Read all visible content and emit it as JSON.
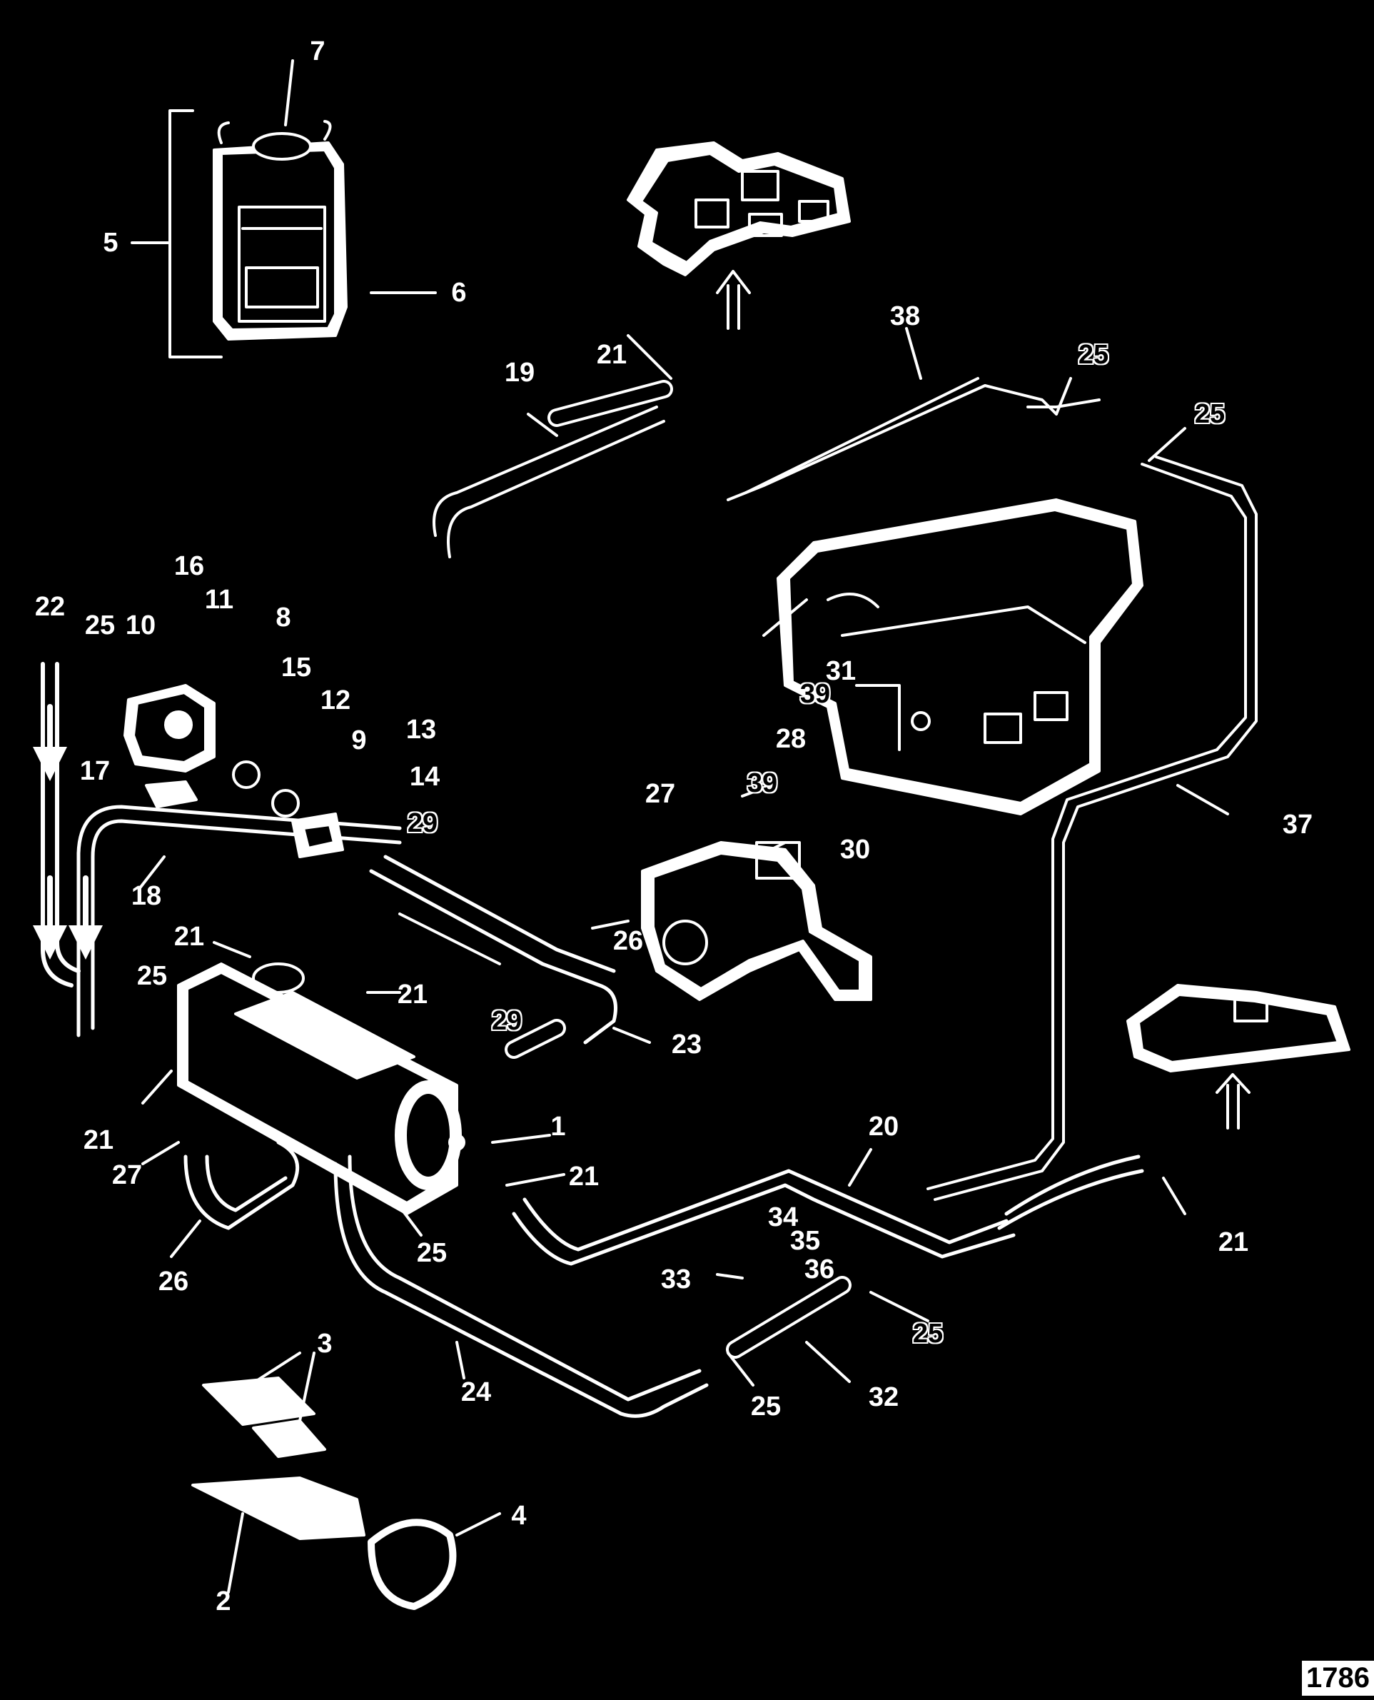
{
  "diagram": {
    "figure_number": "1786",
    "colors": {
      "background": "#000000",
      "line": "#ffffff"
    },
    "callouts": [
      {
        "id": "c7",
        "text": "7",
        "outline": false
      },
      {
        "id": "c5",
        "text": "5",
        "outline": false
      },
      {
        "id": "c6",
        "text": "6",
        "outline": false
      },
      {
        "id": "c38",
        "text": "38",
        "outline": false
      },
      {
        "id": "c21a",
        "text": "21",
        "outline": false
      },
      {
        "id": "c19",
        "text": "19",
        "outline": false
      },
      {
        "id": "c25a",
        "text": "25",
        "outline": true
      },
      {
        "id": "c25b",
        "text": "25",
        "outline": true
      },
      {
        "id": "c16",
        "text": "16",
        "outline": false
      },
      {
        "id": "c11",
        "text": "11",
        "outline": false
      },
      {
        "id": "c22",
        "text": "22",
        "outline": false
      },
      {
        "id": "c25c",
        "text": "25",
        "outline": false
      },
      {
        "id": "c10",
        "text": "10",
        "outline": false
      },
      {
        "id": "c8",
        "text": "8",
        "outline": false
      },
      {
        "id": "c15",
        "text": "15",
        "outline": false
      },
      {
        "id": "c12",
        "text": "12",
        "outline": false
      },
      {
        "id": "c31",
        "text": "31",
        "outline": false
      },
      {
        "id": "c39a",
        "text": "39",
        "outline": true
      },
      {
        "id": "c28",
        "text": "28",
        "outline": false
      },
      {
        "id": "c17",
        "text": "17",
        "outline": false
      },
      {
        "id": "c9",
        "text": "9",
        "outline": false
      },
      {
        "id": "c13",
        "text": "13",
        "outline": false
      },
      {
        "id": "c14",
        "text": "14",
        "outline": false
      },
      {
        "id": "c29a",
        "text": "29",
        "outline": true
      },
      {
        "id": "c27a",
        "text": "27",
        "outline": false
      },
      {
        "id": "c39b",
        "text": "39",
        "outline": true
      },
      {
        "id": "c30",
        "text": "30",
        "outline": false
      },
      {
        "id": "c37",
        "text": "37",
        "outline": false
      },
      {
        "id": "c18",
        "text": "18",
        "outline": false
      },
      {
        "id": "c26a",
        "text": "26",
        "outline": false
      },
      {
        "id": "c21b",
        "text": "21",
        "outline": false
      },
      {
        "id": "c21c",
        "text": "21",
        "outline": false
      },
      {
        "id": "c25d",
        "text": "25",
        "outline": false
      },
      {
        "id": "c29b",
        "text": "29",
        "outline": true
      },
      {
        "id": "c23",
        "text": "23",
        "outline": false
      },
      {
        "id": "c21d",
        "text": "21",
        "outline": false
      },
      {
        "id": "c27b",
        "text": "27",
        "outline": false
      },
      {
        "id": "c1",
        "text": "1",
        "outline": false
      },
      {
        "id": "c20",
        "text": "20",
        "outline": false
      },
      {
        "id": "c21e",
        "text": "21",
        "outline": false
      },
      {
        "id": "c25e",
        "text": "25",
        "outline": false
      },
      {
        "id": "c34",
        "text": "34",
        "outline": false
      },
      {
        "id": "c35",
        "text": "35",
        "outline": false
      },
      {
        "id": "c36",
        "text": "36",
        "outline": false
      },
      {
        "id": "c33",
        "text": "33",
        "outline": false
      },
      {
        "id": "c21f",
        "text": "21",
        "outline": false
      },
      {
        "id": "c26b",
        "text": "26",
        "outline": false
      },
      {
        "id": "c25f",
        "text": "25",
        "outline": true
      },
      {
        "id": "c24",
        "text": "24",
        "outline": false
      },
      {
        "id": "c25g",
        "text": "25",
        "outline": false
      },
      {
        "id": "c32",
        "text": "32",
        "outline": false
      },
      {
        "id": "c3",
        "text": "3",
        "outline": false
      },
      {
        "id": "c4",
        "text": "4",
        "outline": false
      },
      {
        "id": "c2",
        "text": "2",
        "outline": false
      }
    ]
  }
}
